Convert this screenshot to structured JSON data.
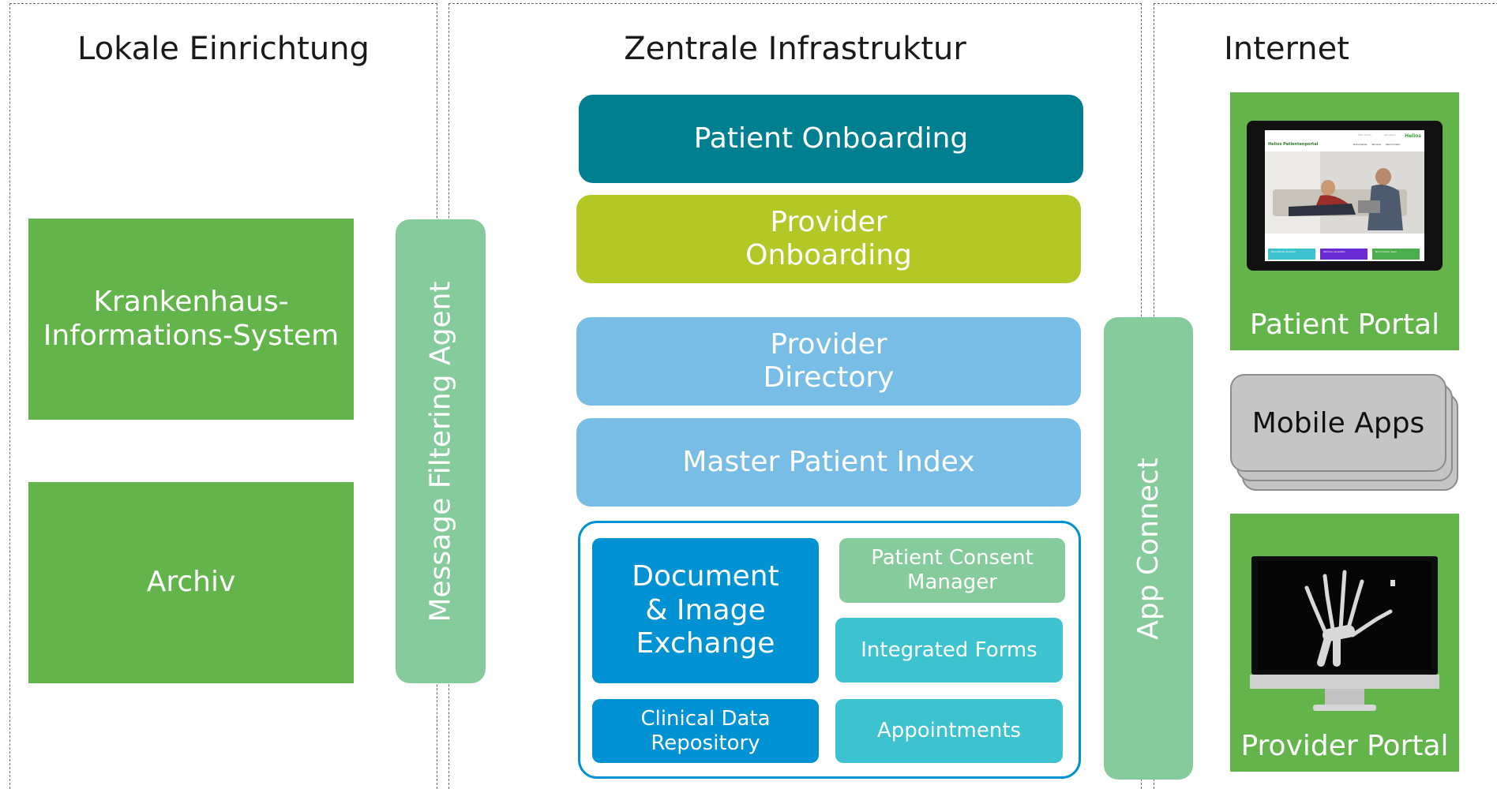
{
  "zones": {
    "local": {
      "title": "Lokale Einrichtung"
    },
    "central": {
      "title": "Zentrale Infrastruktur"
    },
    "internet": {
      "title": "Internet"
    }
  },
  "local_systems": {
    "his": "Krankenhaus-\nInformations-System",
    "archive": "Archiv"
  },
  "agents": {
    "message_filtering": "Message Filtering Agent",
    "app_connect": "App Connect"
  },
  "central_services": {
    "patient_onboarding": "Patient Onboarding",
    "provider_onboarding": "Provider\nOnboarding",
    "provider_directory": "Provider\nDirectory",
    "master_patient_index": "Master Patient Index",
    "document_exchange": "Document\n& Image\nExchange",
    "clinical_data_repository": "Clinical Data\nRepository",
    "patient_consent_manager": "Patient Consent\nManager",
    "integrated_forms": "Integrated Forms",
    "appointments": "Appointments"
  },
  "portals": {
    "patient_portal": "Patient Portal",
    "mobile_apps": "Mobile Apps",
    "provider_portal": "Provider Portal"
  },
  "tablet_screen": {
    "brand": "Helios",
    "title": "Helios Patientenportal",
    "top_links": [
      "Mein Konto",
      "Abmelden"
    ],
    "nav": [
      "Dokumente",
      "Termine",
      "Nachrichten"
    ],
    "buttons": [
      "Dokumente ansehen",
      "Termine verwalten",
      "Nachrichten lesen"
    ]
  },
  "colors": {
    "green": "#63b54b",
    "teal": "#007f91",
    "lime": "#b3c826",
    "light_blue": "#78bde6",
    "blue": "#0092d3",
    "mint": "#86cb9b",
    "cyan": "#3dc2cf",
    "grey": "#c5c5c5"
  }
}
